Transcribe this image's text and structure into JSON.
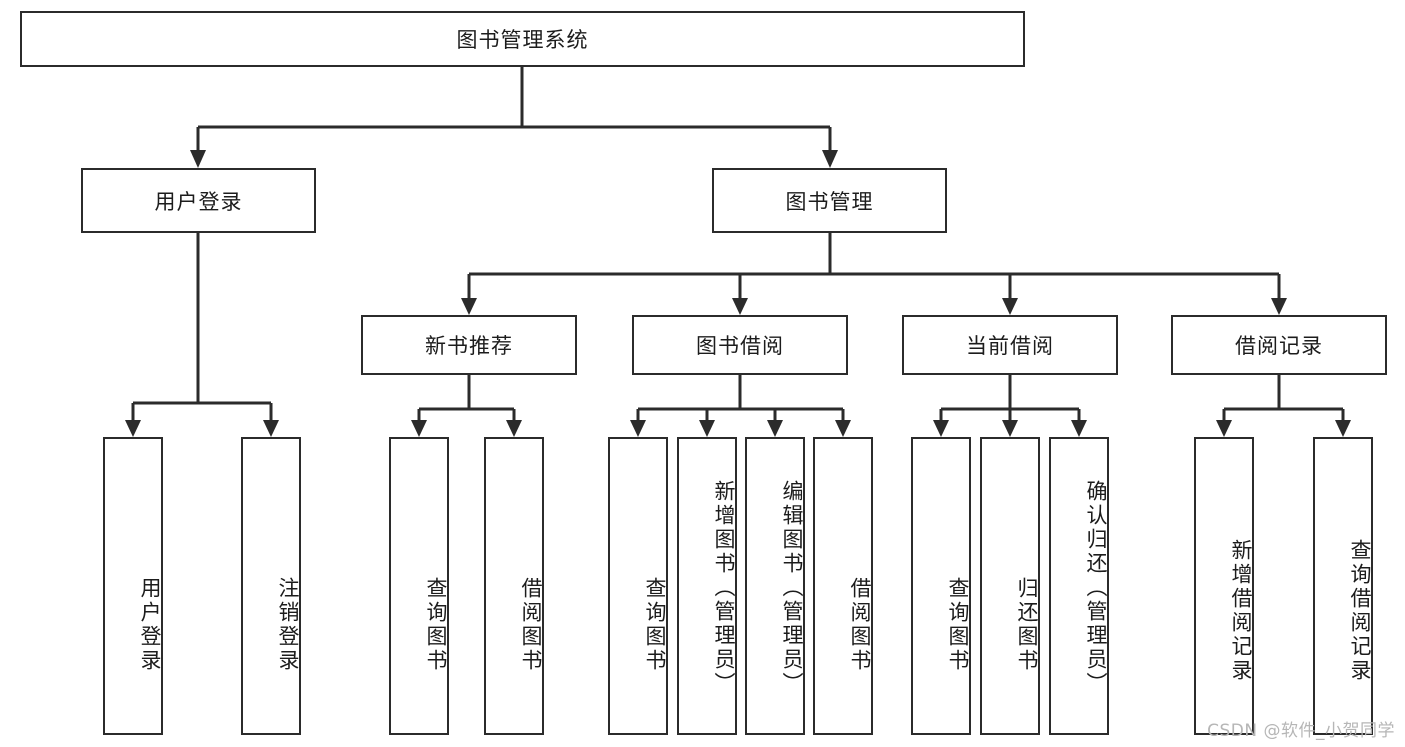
{
  "diagram": {
    "title": "图书管理系统",
    "type": "tree",
    "root": {
      "label": "图书管理系统"
    },
    "level2": [
      {
        "label": "用户登录"
      },
      {
        "label": "图书管理"
      }
    ],
    "level3": [
      {
        "label": "新书推荐"
      },
      {
        "label": "图书借阅"
      },
      {
        "label": "当前借阅"
      },
      {
        "label": "借阅记录"
      }
    ],
    "leaves": {
      "user_login": [
        {
          "label": "用户登录"
        },
        {
          "label": "注销登录"
        }
      ],
      "new_book_recommend": [
        {
          "label": "查询图书"
        },
        {
          "label": "借阅图书"
        }
      ],
      "book_borrow": [
        {
          "label": "查询图书"
        },
        {
          "label": "新增图书（管理员）"
        },
        {
          "label": "编辑图书（管理员）"
        },
        {
          "label": "借阅图书"
        }
      ],
      "current_borrow": [
        {
          "label": "查询图书"
        },
        {
          "label": "归还图书"
        },
        {
          "label": "确认归还（管理员）"
        }
      ],
      "borrow_record": [
        {
          "label": "新增借阅记录"
        },
        {
          "label": "查询借阅记录"
        }
      ]
    }
  },
  "watermark": {
    "text": "CSDN @软件_小贺同学"
  },
  "colors": {
    "border": "#2b2b2b",
    "background": "#ffffff",
    "text": "#1c1c1c",
    "watermark": "#b6b6b6"
  }
}
